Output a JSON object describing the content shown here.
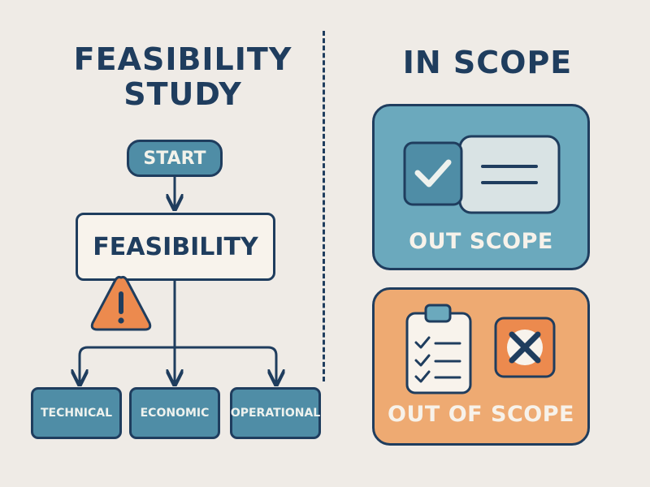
{
  "left": {
    "title_line1": "FEASIBILITY",
    "title_line2": "STUDY",
    "flowchart": {
      "start": "START",
      "feasibility": "FEASIBILITY",
      "branches": [
        "TECHNICAL",
        "ECONOMIC",
        "OPERATIONAL"
      ]
    }
  },
  "right": {
    "title": "IN SCOPE",
    "panels": [
      {
        "label": "OUT SCOPE",
        "color": "#6ba9bd"
      },
      {
        "label": "OUT OF SCOPE",
        "color": "#eeaa72"
      }
    ]
  },
  "icons": [
    "warning-icon",
    "checkbox-card-icon",
    "clipboard-checklist-icon",
    "x-box-icon"
  ],
  "colors": {
    "background": "#efebe6",
    "navy": "#1f3d5e",
    "teal": "#4f8da6",
    "orange": "#ec8a4e",
    "cream": "#f8f3ec"
  }
}
